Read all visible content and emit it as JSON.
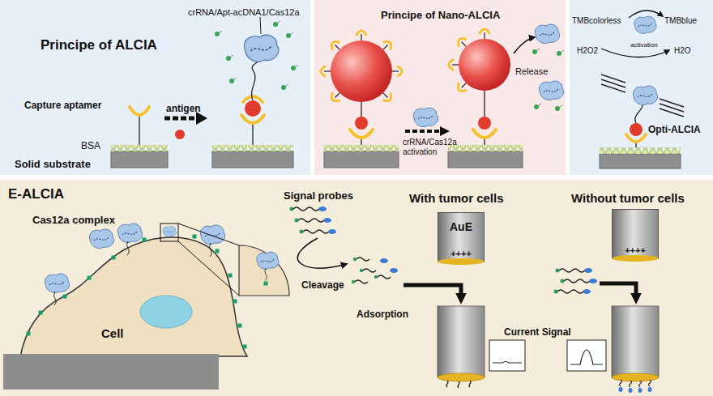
{
  "diagram": {
    "nodes": [
      {
        "text": [
          "Principe of ALCIA"
        ]
      },
      {
        "text": [
          "Principe of Nano-ALCIA"
        ]
      },
      {
        "text": [
          "Opti-ALCIA"
        ]
      },
      {
        "text": [
          "E-ALCIA"
        ]
      },
      {
        "text": [
          "Cell"
        ],
        "in": 3
      },
      {
        "text": [
          "AuE",
          "++++"
        ],
        "in": 3
      },
      {
        "text": [
          "++++"
        ],
        "in": 3
      }
    ],
    "labels": [
      "crRNA/Apt-acDNA1/Cas12a",
      "Capture aptamer",
      "antigen",
      "BSA",
      "Solid substrate",
      "Release",
      "crRNA/Cas12a activation",
      "TMBcolorless",
      "TMBblue",
      "H2O2",
      "H2O",
      "activation",
      "Cas12a complex",
      "Signal probes",
      "Cleavage",
      "With tumor cells",
      "Without tumor cells",
      "Adsorption",
      "Current Signal"
    ]
  }
}
